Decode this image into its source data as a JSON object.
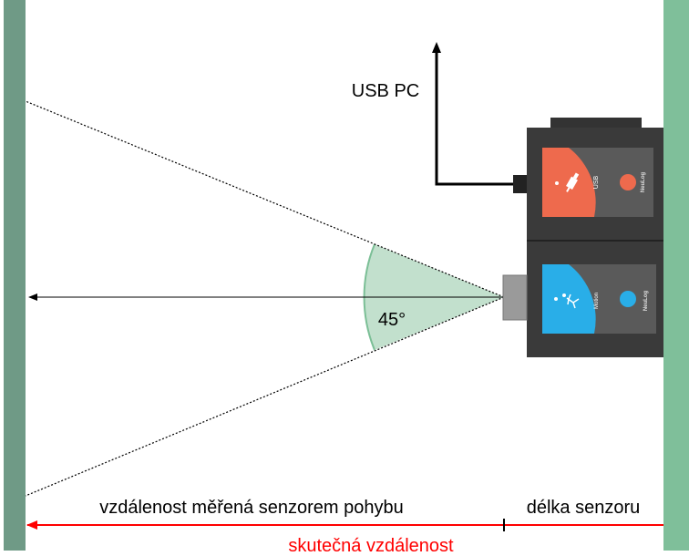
{
  "labels": {
    "usb_pc": "USB PC",
    "angle": "45°",
    "measured_distance": "vzdálenost měřená senzorem pohybu",
    "sensor_length": "délka senzoru",
    "actual_distance": "skutečná vzdálenost"
  },
  "modules": {
    "usb": {
      "label": "USB",
      "brand": "NeuLog"
    },
    "motion": {
      "label": "Motion",
      "brand": "NeuLog"
    }
  },
  "colors": {
    "wall": "#7fbf9a",
    "wall_dark": "#6f9a86",
    "angle_fill": "#c2e0cd",
    "angle_stroke": "#7bbf96",
    "module_body": "#3a3a3a",
    "module_panel": "#555555",
    "usb_accent": "#ee6a4d",
    "motion_accent": "#29aee8",
    "actual_distance": "#ff0000"
  },
  "icons": [
    "usb-plug-icon",
    "running-person-icon",
    "arrow-icon"
  ]
}
